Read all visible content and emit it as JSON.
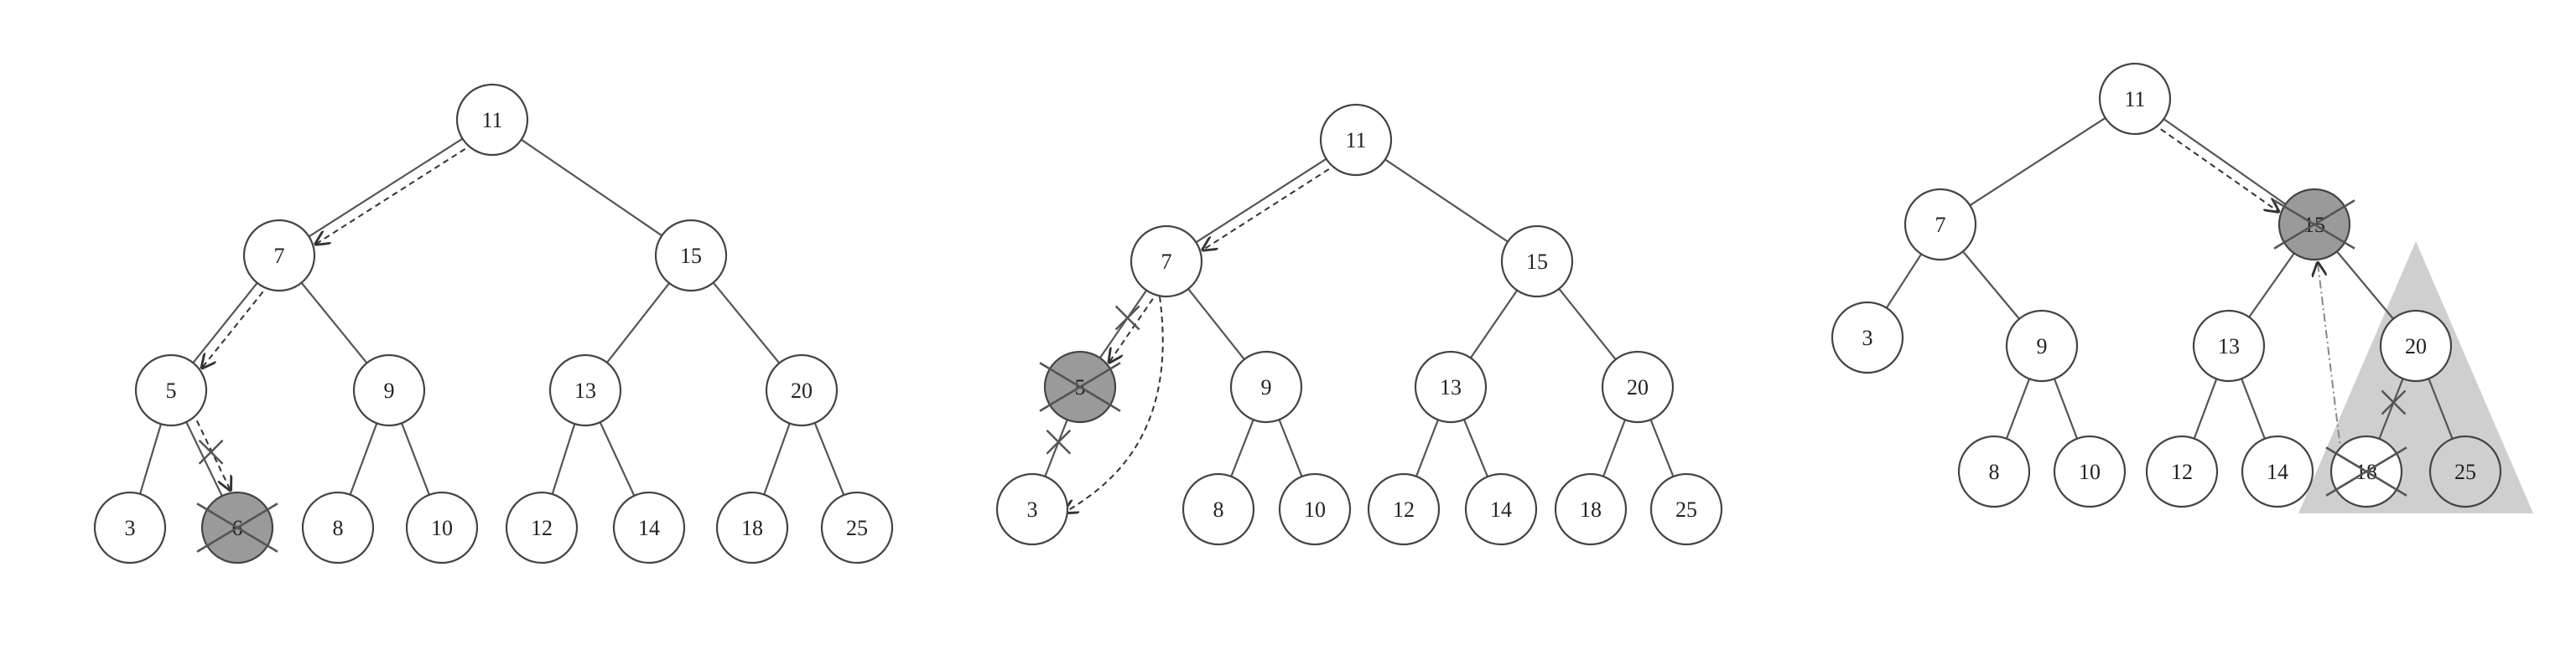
{
  "diagrams": [
    {
      "nodes": [
        {
          "id": "n11",
          "label": "11"
        },
        {
          "id": "n7",
          "label": "7"
        },
        {
          "id": "n15",
          "label": "15"
        },
        {
          "id": "n5",
          "label": "5"
        },
        {
          "id": "n9",
          "label": "9"
        },
        {
          "id": "n13",
          "label": "13"
        },
        {
          "id": "n20",
          "label": "20"
        },
        {
          "id": "n3",
          "label": "3"
        },
        {
          "id": "n6",
          "label": "6",
          "state": "deleted"
        },
        {
          "id": "n8",
          "label": "8"
        },
        {
          "id": "n10",
          "label": "10"
        },
        {
          "id": "n12",
          "label": "12"
        },
        {
          "id": "n14",
          "label": "14"
        },
        {
          "id": "n18",
          "label": "18"
        },
        {
          "id": "n25",
          "label": "25"
        }
      ],
      "edges": [
        [
          "n11",
          "n7"
        ],
        [
          "n11",
          "n15"
        ],
        [
          "n7",
          "n5"
        ],
        [
          "n7",
          "n9"
        ],
        [
          "n15",
          "n13"
        ],
        [
          "n15",
          "n20"
        ],
        [
          "n5",
          "n3"
        ],
        [
          "n5",
          "n6"
        ],
        [
          "n9",
          "n8"
        ],
        [
          "n9",
          "n10"
        ],
        [
          "n13",
          "n12"
        ],
        [
          "n13",
          "n14"
        ],
        [
          "n20",
          "n18"
        ],
        [
          "n20",
          "n25"
        ]
      ],
      "search_path": [
        [
          "n11",
          "n7"
        ],
        [
          "n7",
          "n5"
        ],
        [
          "n5",
          "n6"
        ]
      ],
      "cut_edges": [
        [
          "n5",
          "n6"
        ]
      ]
    },
    {
      "nodes": [
        {
          "id": "n11",
          "label": "11"
        },
        {
          "id": "n7",
          "label": "7"
        },
        {
          "id": "n15",
          "label": "15"
        },
        {
          "id": "n5",
          "label": "5",
          "state": "deleted"
        },
        {
          "id": "n9",
          "label": "9"
        },
        {
          "id": "n13",
          "label": "13"
        },
        {
          "id": "n20",
          "label": "20"
        },
        {
          "id": "n3",
          "label": "3"
        },
        {
          "id": "n8",
          "label": "8"
        },
        {
          "id": "n10",
          "label": "10"
        },
        {
          "id": "n12",
          "label": "12"
        },
        {
          "id": "n14",
          "label": "14"
        },
        {
          "id": "n18",
          "label": "18"
        },
        {
          "id": "n25",
          "label": "25"
        }
      ],
      "edges": [
        [
          "n11",
          "n7"
        ],
        [
          "n11",
          "n15"
        ],
        [
          "n7",
          "n5"
        ],
        [
          "n7",
          "n9"
        ],
        [
          "n15",
          "n13"
        ],
        [
          "n15",
          "n20"
        ],
        [
          "n5",
          "n3"
        ],
        [
          "n9",
          "n8"
        ],
        [
          "n9",
          "n10"
        ],
        [
          "n13",
          "n12"
        ],
        [
          "n13",
          "n14"
        ],
        [
          "n20",
          "n18"
        ],
        [
          "n20",
          "n25"
        ]
      ],
      "search_path": [
        [
          "n11",
          "n7"
        ],
        [
          "n7",
          "n5"
        ]
      ],
      "reconnect": [
        [
          "n7",
          "n3"
        ]
      ],
      "cut_edges": [
        [
          "n7",
          "n5"
        ],
        [
          "n5",
          "n3"
        ]
      ]
    },
    {
      "nodes": [
        {
          "id": "n11",
          "label": "11"
        },
        {
          "id": "n7",
          "label": "7"
        },
        {
          "id": "n15",
          "label": "15",
          "state": "deleted"
        },
        {
          "id": "n3",
          "label": "3"
        },
        {
          "id": "n9",
          "label": "9"
        },
        {
          "id": "n13",
          "label": "13"
        },
        {
          "id": "n20",
          "label": "20"
        },
        {
          "id": "n8",
          "label": "8"
        },
        {
          "id": "n10",
          "label": "10"
        },
        {
          "id": "n12",
          "label": "12"
        },
        {
          "id": "n14",
          "label": "14"
        },
        {
          "id": "n18",
          "label": "18",
          "state": "crossed"
        },
        {
          "id": "n25",
          "label": "25",
          "state": "subtree"
        }
      ],
      "edges": [
        [
          "n11",
          "n7"
        ],
        [
          "n11",
          "n15"
        ],
        [
          "n7",
          "n3"
        ],
        [
          "n7",
          "n9"
        ],
        [
          "n15",
          "n13"
        ],
        [
          "n15",
          "n20"
        ],
        [
          "n9",
          "n8"
        ],
        [
          "n9",
          "n10"
        ],
        [
          "n13",
          "n12"
        ],
        [
          "n13",
          "n14"
        ],
        [
          "n20",
          "n18"
        ],
        [
          "n20",
          "n25"
        ]
      ],
      "search_path": [
        [
          "n11",
          "n15"
        ]
      ],
      "successor_move": [
        [
          "n18",
          "n15"
        ]
      ],
      "cut_edges": [
        [
          "n20",
          "n18"
        ]
      ],
      "highlighted_subtree": "n20"
    }
  ],
  "colors": {
    "edge": "#555555",
    "node_fill": "#ffffff",
    "node_stroke": "#444444",
    "deleted_fill": "#9a9a9a",
    "subtree_fill": "#cfcfcf",
    "text": "#222222"
  }
}
